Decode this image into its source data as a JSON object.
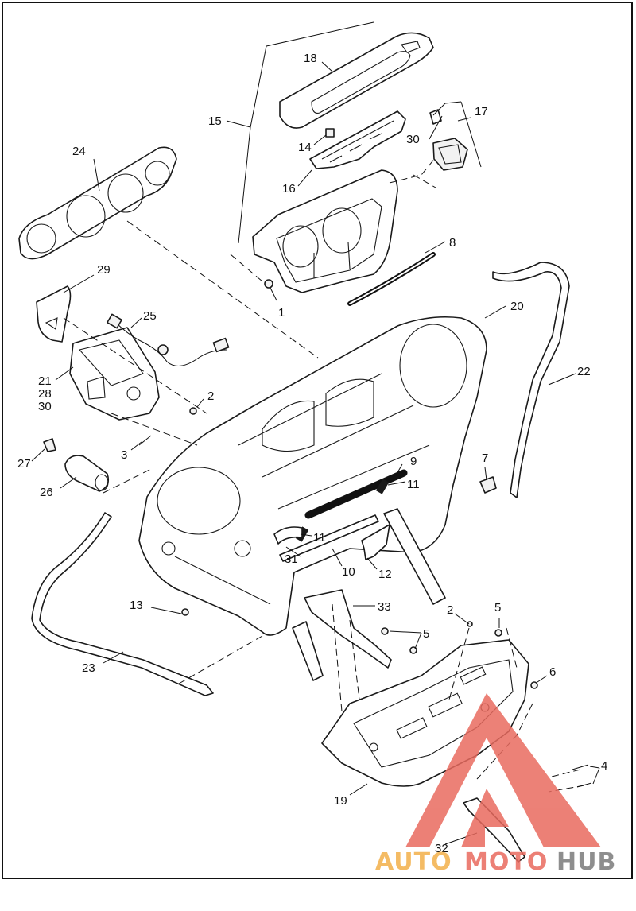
{
  "callouts": {
    "c1": "1",
    "c2a": "2",
    "c2b": "2",
    "c3": "3",
    "c4": "4",
    "c5a": "5",
    "c5b": "5",
    "c6": "6",
    "c7": "7",
    "c8": "8",
    "c9": "9",
    "c10": "10",
    "c11a": "11",
    "c11b": "11",
    "c12": "12",
    "c13": "13",
    "c14": "14",
    "c15": "15",
    "c16": "16",
    "c17": "17",
    "c18": "18",
    "c19": "19",
    "c20": "20",
    "c21": "21",
    "c28": "28",
    "c30a": "30",
    "c22": "22",
    "c23": "23",
    "c24": "24",
    "c25": "25",
    "c26": "26",
    "c27": "27",
    "c29": "29",
    "c30b": "30",
    "c31": "31",
    "c32": "32",
    "c33": "33"
  },
  "watermark": {
    "part1": "AUTO",
    "part2": "MOTO",
    "part3": "HUB",
    "color_orange": "#f3b04a",
    "color_red": "#e96b5f",
    "color_gray": "#7b7b7b"
  }
}
